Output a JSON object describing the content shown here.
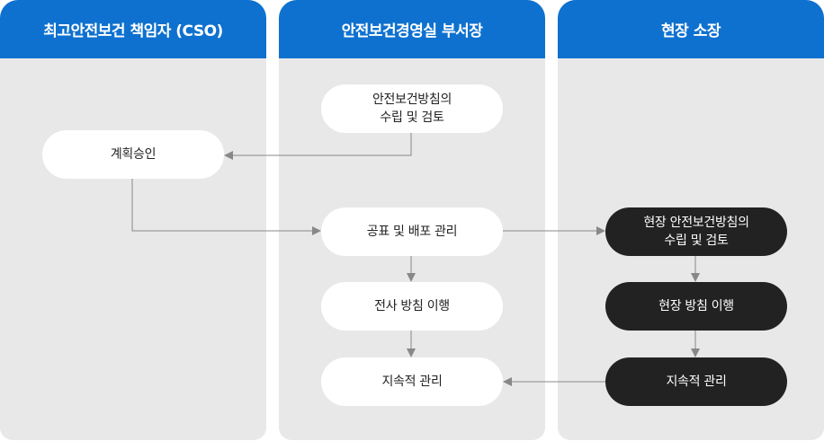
{
  "columns": [
    {
      "title": "최고안전보건 책임자 (CSO)"
    },
    {
      "title": "안전보건경영실 부서장"
    },
    {
      "title": "현장 소장"
    }
  ],
  "nodes": {
    "cso_approve": "계획승인",
    "dept_establish": "안전보건방침의\n수립 및 검토",
    "dept_announce": "공표 및 배포 관리",
    "dept_execute": "전사 방침 이행",
    "dept_manage": "지속적 관리",
    "site_establish": "현장 안전보건방침의\n수립 및 검토",
    "site_execute": "현장 방침 이행",
    "site_manage": "지속적 관리"
  },
  "colors": {
    "header": "#0f71cf",
    "lane": "#e8e8e8",
    "dark_node": "#222222",
    "arrow": "#888888"
  }
}
